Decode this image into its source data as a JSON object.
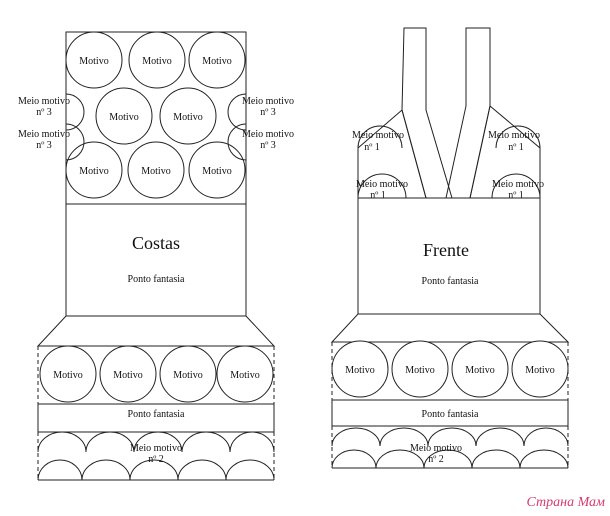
{
  "labels": {
    "motivo": "Motivo",
    "meio_motivo": "Meio motivo",
    "n3": "nº 3",
    "n1": "nº 1",
    "n2": "nº 2",
    "ponto_fantasia": "Ponto fantasia",
    "costas": "Costas",
    "frente": "Frente"
  },
  "watermark": "Страна Мам"
}
